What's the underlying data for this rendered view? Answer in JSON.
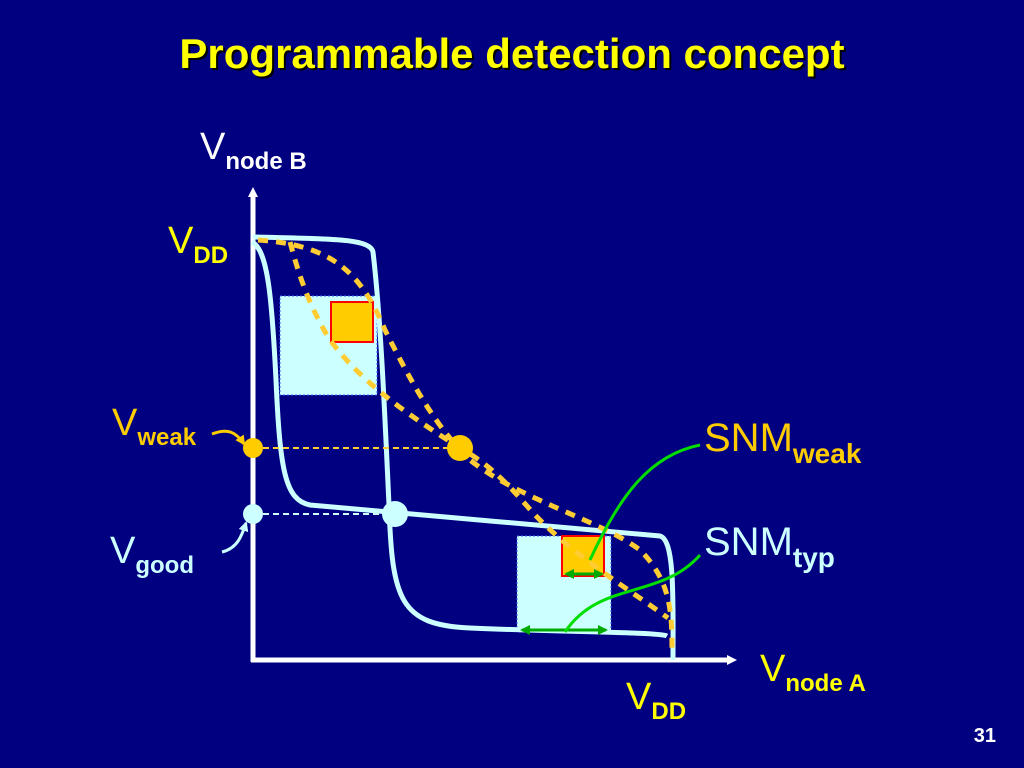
{
  "title": "Programmable detection concept",
  "labels": {
    "y_axis": {
      "main": "V",
      "sub": "node B"
    },
    "x_axis": {
      "main": "V",
      "sub": "node A"
    },
    "vdd_y": {
      "main": "V",
      "sub": "DD"
    },
    "vdd_x": {
      "main": "V",
      "sub": "DD"
    },
    "vweak": {
      "main": "V",
      "sub": "weak"
    },
    "vgood": {
      "main": "V",
      "sub": "good"
    },
    "snm_weak": {
      "main": "SNM",
      "sub": "weak"
    },
    "snm_typ": {
      "main": "SNM",
      "sub": "typ"
    }
  },
  "page_number": "31",
  "colors": {
    "background": "#000080",
    "title": "#FFFF00",
    "axis": "#FFFFFF",
    "typical_curve": "#CCFFFF",
    "weak_curve": "#FFCC33",
    "square_fill": "#CCFFFF",
    "small_square_fill": "#FFCC00",
    "small_square_border": "#FF0000",
    "green": "#00CC00",
    "snm_weak_text": "#FFCC00",
    "snm_typ_text": "#CCFFFF"
  }
}
